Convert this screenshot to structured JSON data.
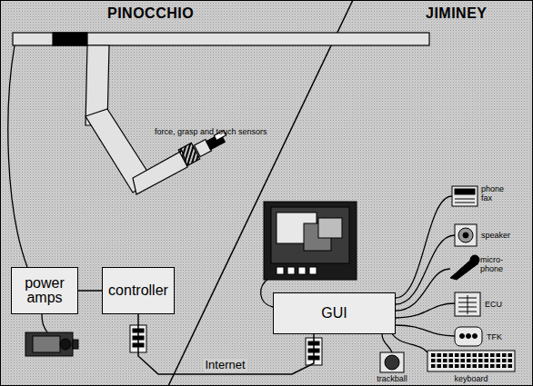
{
  "diagram": {
    "nodes": [
      {
        "text": [
          "power amps"
        ]
      },
      {
        "text": [
          "controller"
        ]
      },
      {
        "text": [
          "GUI"
        ]
      }
    ],
    "edges": [
      {
        "from": 0,
        "to": 1,
        "arrow": "none"
      },
      {
        "from": 1,
        "to": 2,
        "label": "Internet",
        "arrow": "none"
      }
    ],
    "labels": [
      "PINOCCHIO",
      "JIMINEY",
      "force, grasp and touch sensors",
      "phone fax",
      "speaker",
      "micro- phone",
      "ECU",
      "TFK",
      "trackball",
      "keyboard"
    ]
  }
}
